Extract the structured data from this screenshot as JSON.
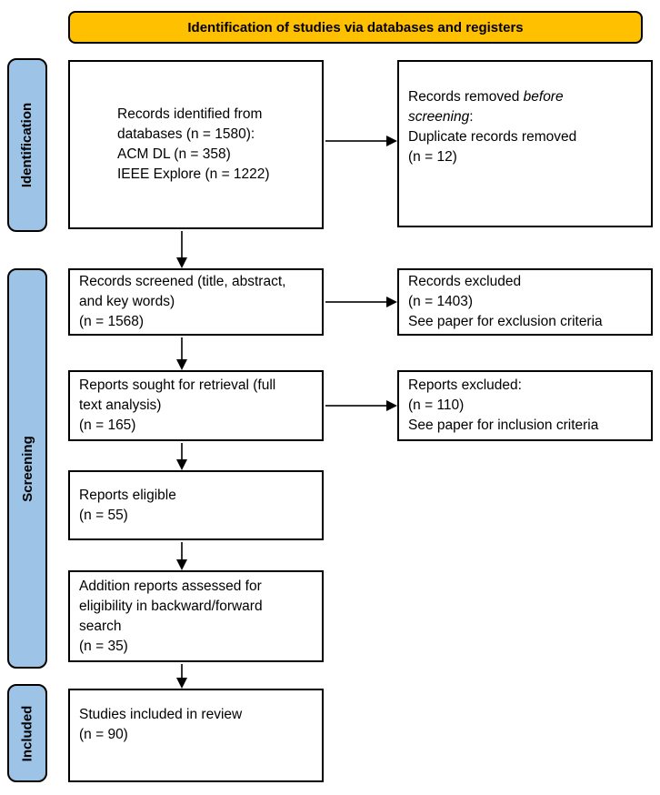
{
  "banner": {
    "label": "Identification of studies via databases and registers"
  },
  "colors": {
    "banner_fill": "#FFC000",
    "stage_fill": "#9DC3E6",
    "border": "#000000",
    "background": "#FFFFFF"
  },
  "stages": [
    {
      "label": "Identification"
    },
    {
      "label": "Screening"
    },
    {
      "label": "Included"
    }
  ],
  "flow": {
    "identified": {
      "text": "Records identified from\ndatabases (n = 1580):\nACM DL (n = 358)\nIEEE Explore (n = 1222)"
    },
    "removed": {
      "prefix": "Records removed ",
      "emphasis": "before screening",
      "suffix": ":",
      "detail": "Duplicate records removed\n(n = 12)"
    },
    "screened": {
      "text": "Records screened (title, abstract,\nand key words)\n(n = 1568)"
    },
    "records_excluded": {
      "text": "Records excluded\n(n = 1403)\nSee paper for exclusion criteria"
    },
    "sought": {
      "text": "Reports sought for retrieval (full\ntext analysis)\n(n = 165)"
    },
    "reports_excluded": {
      "text": "Reports excluded:\n(n = 110)\nSee paper for inclusion criteria"
    },
    "eligible": {
      "text": "Reports eligible\n(n = 55)"
    },
    "additional": {
      "text": "Addition reports assessed for\neligibility in backward/forward\nsearch\n(n = 35)"
    },
    "included": {
      "text": "Studies included in review\n(n = 90)"
    }
  }
}
